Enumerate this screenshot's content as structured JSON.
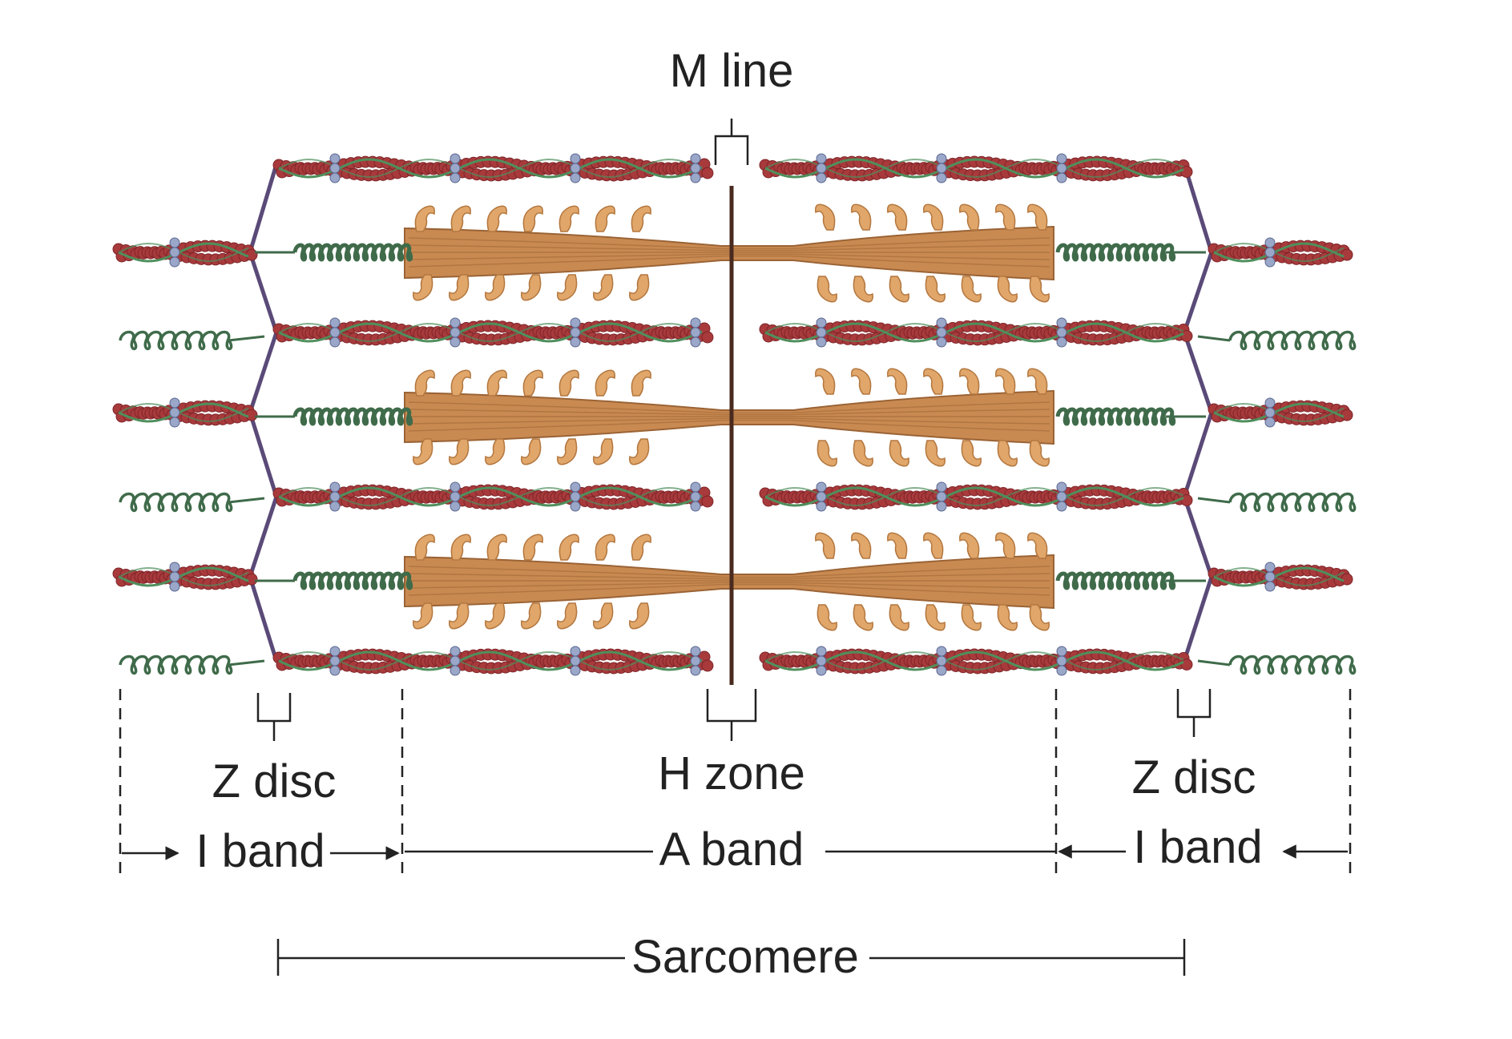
{
  "labels": {
    "m_line": "M line",
    "h_zone": "H zone",
    "z_disc_left": "Z disc",
    "z_disc_right": "Z disc",
    "i_band_left": "I band",
    "a_band": "A band",
    "i_band_right": "I band",
    "sarcomere": "Sarcomere"
  },
  "colors": {
    "actin": "#a83a3c",
    "actin_dark": "#7e2528",
    "tropomyosin": "#4f8f5c",
    "troponin": "#9aa7c8",
    "titin": "#3f6b4a",
    "myosin": "#c98a52",
    "myosin_head": "#e0a66a",
    "z_disc": "#5a4a78",
    "m_line": "#4a2a1e",
    "annotation": "#222222"
  }
}
